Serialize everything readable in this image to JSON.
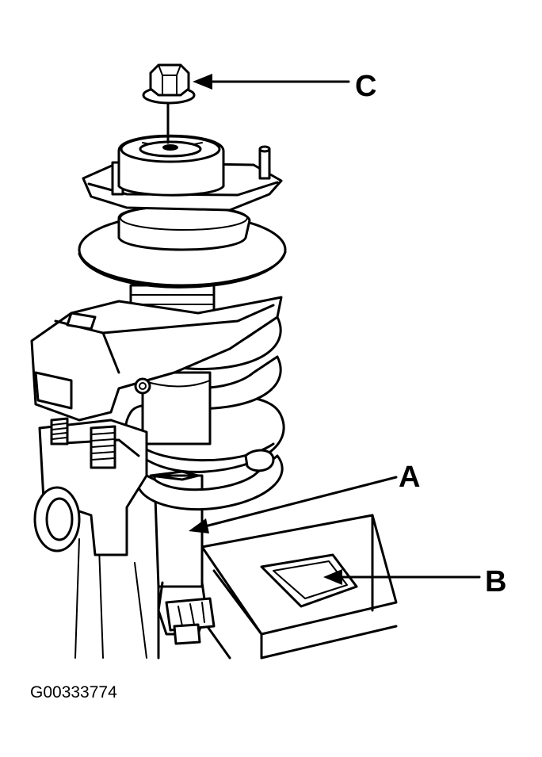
{
  "callouts": {
    "a": "A",
    "b": "B",
    "c": "C"
  },
  "figure_id": "G00333774",
  "colors": {
    "ink": "#000000",
    "paper": "#ffffff"
  }
}
